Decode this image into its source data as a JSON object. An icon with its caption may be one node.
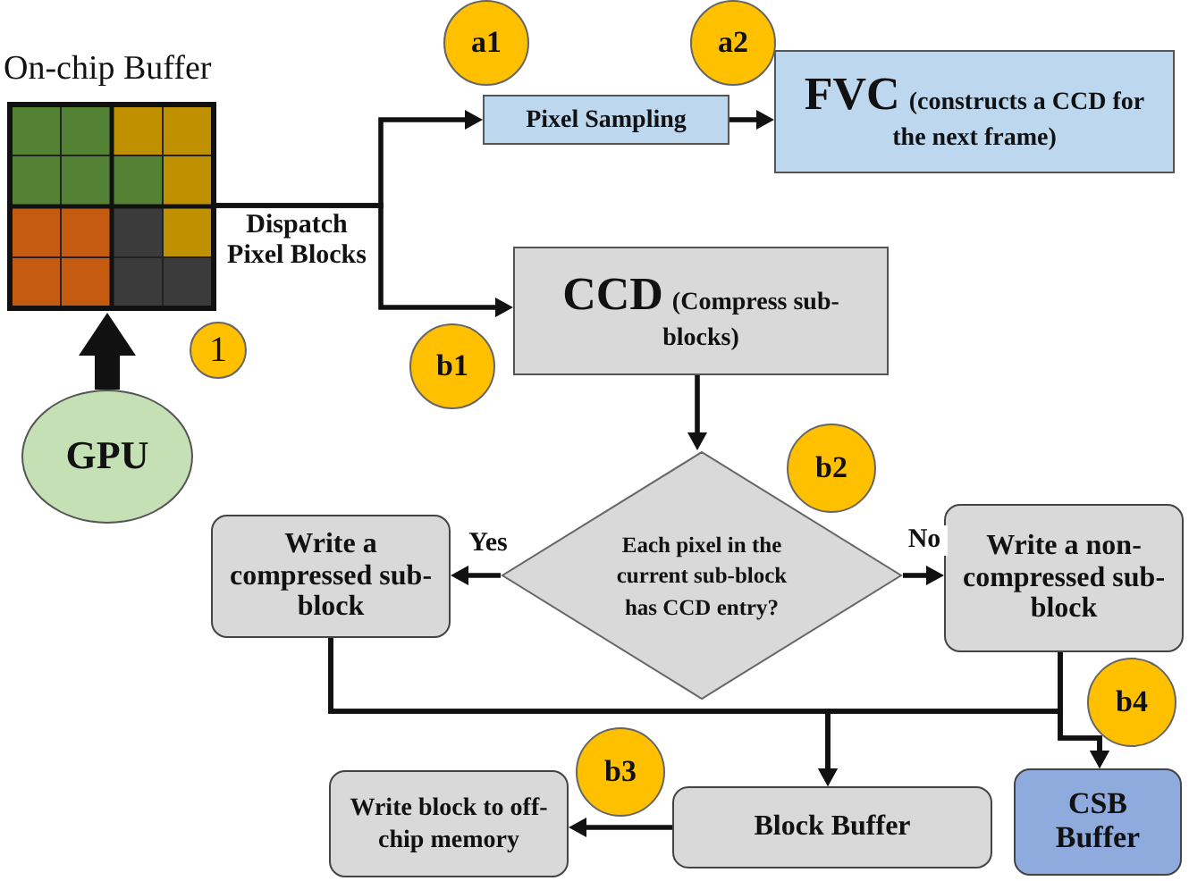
{
  "diagram": {
    "nodes": [
      {
        "text": [
          "On-chip Buffer"
        ]
      },
      {
        "text": [
          "GPU"
        ]
      },
      {
        "text": [
          "Pixel Sampling"
        ]
      },
      {
        "text": [
          "FVC",
          "(constructs a CCD for the next frame)"
        ]
      },
      {
        "text": [
          "CCD",
          "(Compress sub-blocks)"
        ]
      },
      {
        "text": [
          "Each pixel in the current sub-block has CCD entry?"
        ]
      },
      {
        "text": [
          "Write a compressed sub-block"
        ]
      },
      {
        "text": [
          "Write a non-compressed sub-block"
        ]
      },
      {
        "text": [
          "Block Buffer"
        ]
      },
      {
        "text": [
          "CSB Buffer"
        ]
      },
      {
        "text": [
          "Write block to off-chip memory"
        ]
      }
    ],
    "edges": [
      {
        "from": 1,
        "to": 0,
        "arrow": "to",
        "style": "thick"
      },
      {
        "from": 0,
        "to": 2,
        "arrow": "to",
        "label": "Dispatch Pixel Blocks"
      },
      {
        "from": 0,
        "to": 4,
        "arrow": "to"
      },
      {
        "from": 2,
        "to": 3,
        "arrow": "to"
      },
      {
        "from": 4,
        "to": 5,
        "arrow": "to"
      },
      {
        "from": 5,
        "to": 6,
        "arrow": "to",
        "label": "Yes"
      },
      {
        "from": 5,
        "to": 7,
        "arrow": "to",
        "label": "No"
      },
      {
        "from": 6,
        "to": 8,
        "arrow": "to"
      },
      {
        "from": 6,
        "to": 9,
        "arrow": "to"
      },
      {
        "from": 7,
        "to": 8,
        "arrow": "to"
      },
      {
        "from": 7,
        "to": 9,
        "arrow": "to"
      },
      {
        "from": 8,
        "to": 10,
        "arrow": "to"
      }
    ],
    "labels": [
      "a1",
      "a2",
      "1",
      "b1",
      "b2",
      "b4",
      "b3"
    ]
  }
}
